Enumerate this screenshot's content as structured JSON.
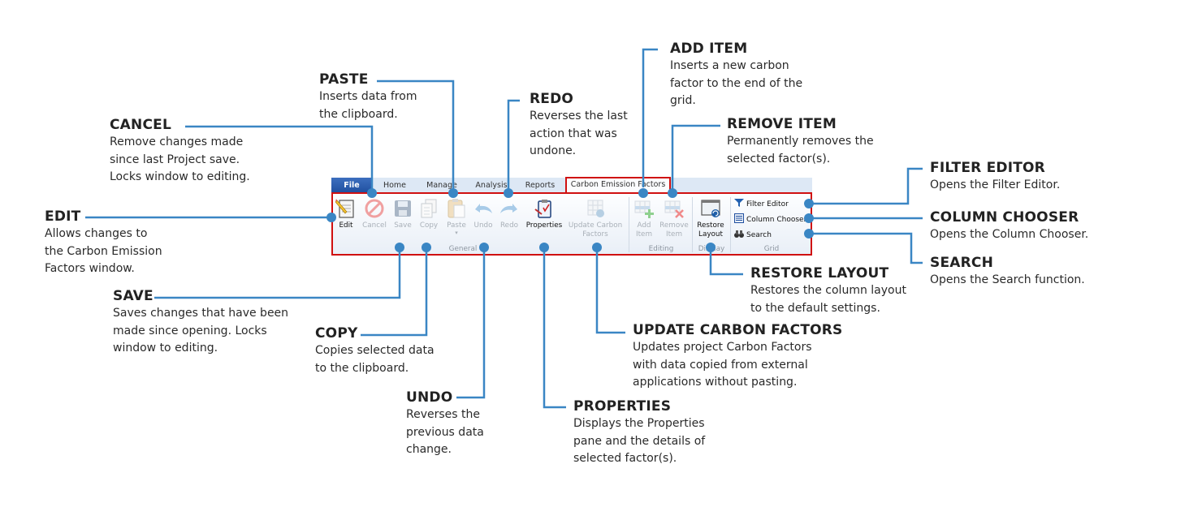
{
  "ribbon": {
    "tabs": [
      "File",
      "Home",
      "Manage",
      "Analysis",
      "Reports",
      "Carbon Emission Factors"
    ],
    "active_tab": "Carbon Emission Factors",
    "buttons": {
      "edit": "Edit",
      "cancel": "Cancel",
      "save": "Save",
      "copy": "Copy",
      "paste": "Paste",
      "undo": "Undo",
      "redo": "Redo",
      "properties": "Properties",
      "update_line1": "Update Carbon",
      "update_line2": "Factors",
      "add_line1": "Add",
      "add_line2": "Item",
      "remove_line1": "Remove",
      "remove_line2": "Item",
      "restore_line1": "Restore",
      "restore_line2": "Layout",
      "filter_editor": "Filter Editor",
      "column_chooser": "Column Chooser",
      "search": "Search"
    },
    "groups": {
      "general": "General",
      "editing": "Editing",
      "display": "Display",
      "grid": "Grid"
    }
  },
  "callouts": {
    "edit": {
      "title": "EDIT",
      "lines": [
        "Allows changes to",
        "the Carbon Emission",
        "Factors window."
      ]
    },
    "cancel": {
      "title": "CANCEL",
      "lines": [
        "Remove changes made",
        "since last Project save.",
        "Locks window to editing."
      ]
    },
    "paste": {
      "title": "PASTE",
      "lines": [
        "Inserts data from",
        "the clipboard."
      ]
    },
    "redo": {
      "title": "REDO",
      "lines": [
        "Reverses the last",
        "action that was",
        "undone."
      ]
    },
    "add_item": {
      "title": "ADD ITEM",
      "lines": [
        "Inserts a new carbon",
        "factor to the end of the",
        "grid."
      ]
    },
    "remove_item": {
      "title": "REMOVE ITEM",
      "lines": [
        "Permanently removes the",
        "selected factor(s)."
      ]
    },
    "filter_editor": {
      "title": "FILTER EDITOR",
      "lines": [
        "Opens the Filter Editor."
      ]
    },
    "column_chooser": {
      "title": "COLUMN CHOOSER",
      "lines": [
        "Opens the Column Chooser."
      ]
    },
    "search": {
      "title": "SEARCH",
      "lines": [
        "Opens the Search function."
      ]
    },
    "restore_layout": {
      "title": "RESTORE LAYOUT",
      "lines": [
        "Restores the column layout",
        "to the default settings."
      ]
    },
    "update_carbon_factors": {
      "title": "UPDATE CARBON FACTORS",
      "lines": [
        "Updates project Carbon Factors",
        "with data copied from external",
        "applications without pasting."
      ]
    },
    "properties": {
      "title": "PROPERTIES",
      "lines": [
        "Displays the Properties",
        "pane and the details of",
        "selected factor(s)."
      ]
    },
    "save": {
      "title": "SAVE",
      "lines": [
        "Saves changes that have been",
        "made since opening. Locks",
        "window to editing."
      ]
    },
    "copy": {
      "title": "COPY",
      "lines": [
        "Copies selected data",
        "to the clipboard."
      ]
    },
    "undo": {
      "title": "UNDO",
      "lines": [
        "Reverses the",
        "previous data",
        "change."
      ]
    }
  },
  "colors": {
    "leader": "#3a86c4",
    "highlight": "#d01010",
    "file_tab": "#2a5ca8"
  }
}
